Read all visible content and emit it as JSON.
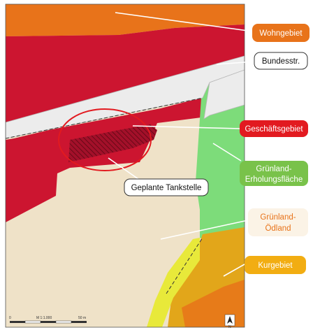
{
  "map": {
    "labels": {
      "wohngebiet": "Wohngebiet",
      "bundesstr": "Bundesstr.",
      "geschaeftsgebiet": "Geschäftsgebiet",
      "gruenland_erholung_line1": "Grünland-",
      "gruenland_erholung_line2": "Erholungsfläche",
      "tankstelle": "Geplante Tankstelle",
      "gruenland_oedland_line1": "Grünland-",
      "gruenland_oedland_line2": "Ödland",
      "kurgebiet": "Kurgebiet"
    },
    "scale_bar": {
      "start": "0",
      "ratio": "M 1:1.000",
      "end": "50 m"
    },
    "north_arrow": "N",
    "colors": {
      "wohngebiet": "#e8731a",
      "geschaeftsgebiet": "#cc1530",
      "gruenland_erholung": "#7ddc7a",
      "gruenland_oedland": "#efe2c8",
      "kurgebiet": "#e2a61a",
      "road": "#ececec",
      "yellow_strip": "#e8e93a"
    }
  }
}
